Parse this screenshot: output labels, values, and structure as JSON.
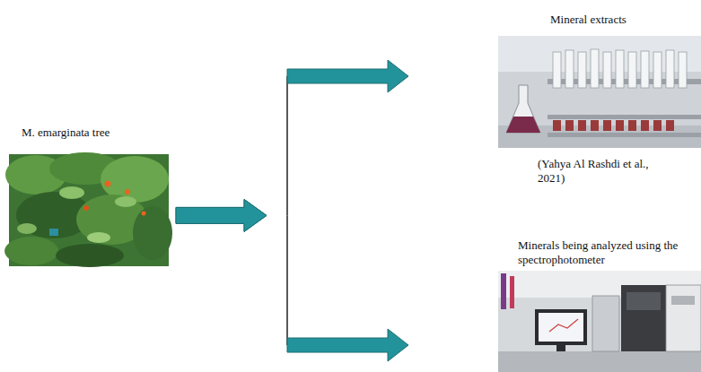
{
  "diagram": {
    "nodes": [
      {
        "text": [
          "M. emarginata tree"
        ]
      },
      {
        "text": [
          "Mineral extracts",
          "(Yahya Al Rashdi et al., 2021)"
        ]
      },
      {
        "text": [
          "Minerals being analyzed using the spectrophotometer"
        ]
      }
    ],
    "edges": [
      {
        "from": 0,
        "to": 1,
        "arrow": "to"
      },
      {
        "from": 0,
        "to": 2,
        "arrow": "to"
      }
    ]
  }
}
